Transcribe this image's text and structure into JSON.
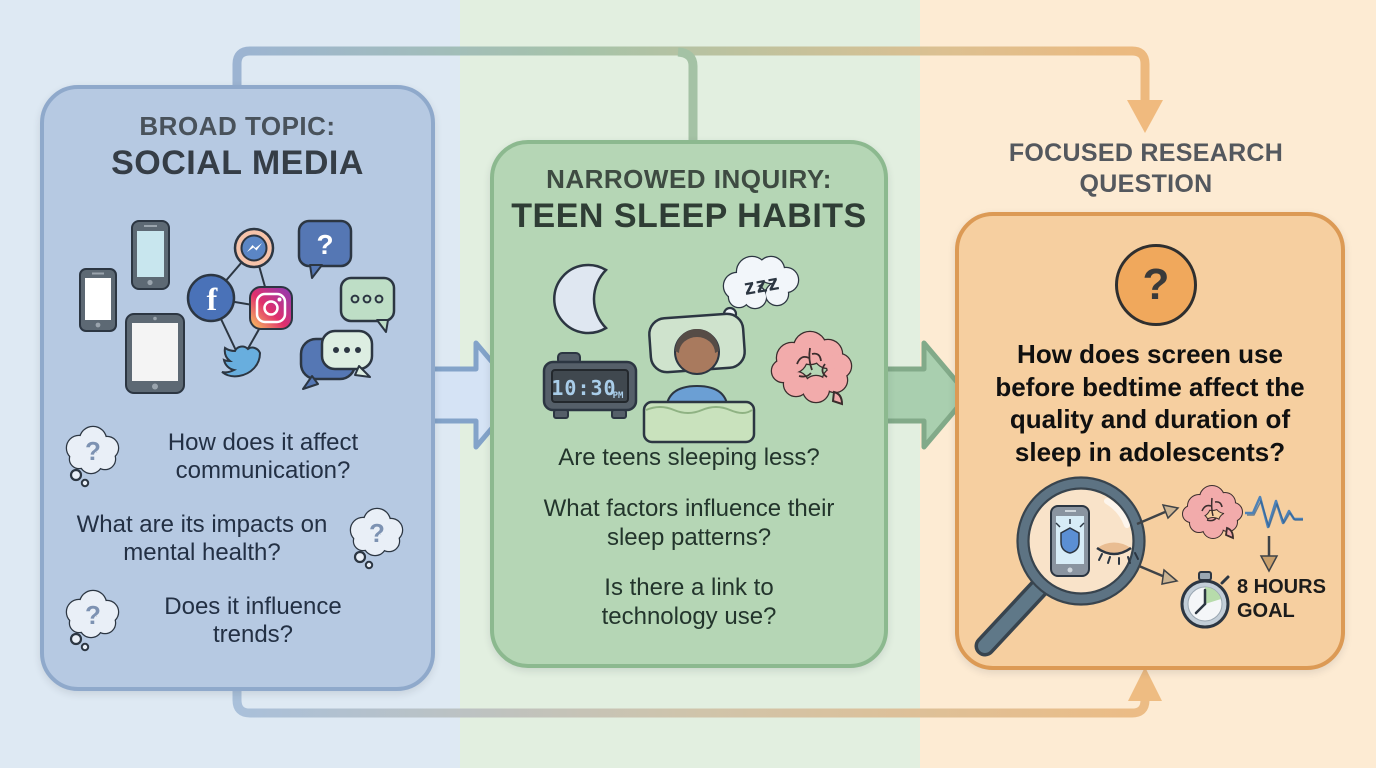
{
  "stage1": {
    "eyebrow": "BROAD TOPIC:",
    "title": "SOCIAL MEDIA",
    "questions": [
      "How does it affect communication?",
      "What are its impacts on mental health?",
      "Does it influence trends?"
    ]
  },
  "stage2": {
    "eyebrow": "NARROWED INQUIRY:",
    "title": "TEEN SLEEP HABITS",
    "clock_time": "10:30",
    "clock_meridiem": "PM",
    "sleep_zzz": "zzz",
    "questions": [
      "Are teens sleeping less?",
      "What factors influence their sleep patterns?",
      "Is there a link to technology use?"
    ]
  },
  "stage3": {
    "title": "FOCUSED RESEARCH QUESTION",
    "question": "How does screen use before bedtime affect the quality and duration of sleep in adolescents?",
    "goal": "8 HOURS GOAL"
  },
  "glyphs": {
    "question_mark": "?",
    "facebook_f": "f"
  },
  "colors": {
    "band_blue": "#dee9f3",
    "band_green": "#e2efe0",
    "band_orange": "#fdebd3",
    "panel_blue_fill": "#b6c9e2",
    "panel_blue_border": "#8fa9cb",
    "panel_green_fill": "#b5d6b5",
    "panel_green_border": "#8cb98f",
    "panel_orange_fill": "#f6cfa0",
    "panel_orange_border": "#dc9a55",
    "arrow_blue_fill": "#d5e3f5",
    "arrow_green_fill": "#a9cfaf",
    "connector_arrowhead": "#f0ba7e"
  },
  "icons": {
    "stage1": [
      "smartphone-icon",
      "tablet-icon",
      "messenger-icon",
      "facebook-icon",
      "instagram-icon",
      "twitter-bird-icon",
      "question-speech-bubble-icon",
      "dots-speech-bubble-icon",
      "chat-bubbles-icon",
      "thought-bubble-question-icon"
    ],
    "stage2": [
      "crescent-moon-icon",
      "zzz-cloud-icon",
      "alarm-clock-icon",
      "sleeping-person-icon",
      "brain-icon"
    ],
    "stage3": [
      "question-circle-icon",
      "magnifying-glass-icon",
      "phone-screen-icon",
      "closed-eye-icon",
      "brain-icon",
      "brainwave-icon",
      "stopwatch-icon",
      "flow-arrow-icons"
    ]
  }
}
